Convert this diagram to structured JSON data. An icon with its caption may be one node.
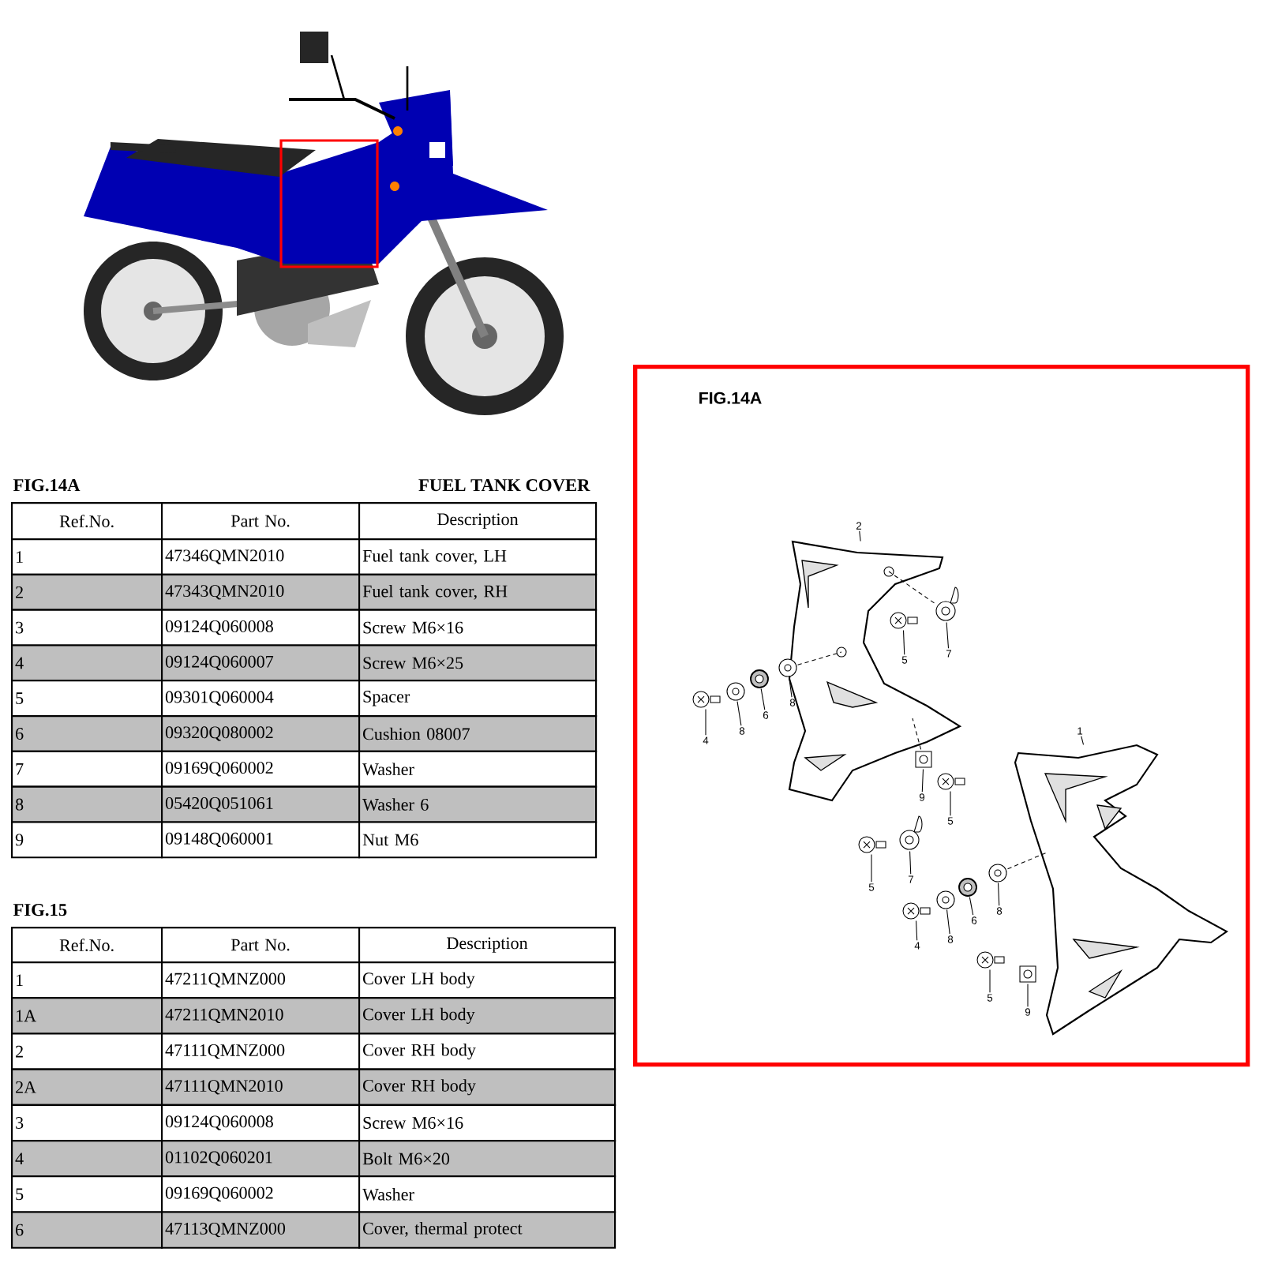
{
  "diagram": {
    "nodes": [
      {
        "text": [
          "FIG.14A"
        ]
      },
      {
        "text": [
          "2"
        ],
        "in": 0
      },
      {
        "text": [],
        "shape": "picture",
        "in": 0
      },
      {
        "text": [
          "5"
        ],
        "in": 0
      },
      {
        "text": [],
        "shape": "picture",
        "in": 0
      },
      {
        "text": [
          "7"
        ],
        "in": 0
      },
      {
        "text": [],
        "shape": "picture",
        "in": 0
      },
      {
        "text": [
          "4"
        ],
        "in": 0
      },
      {
        "text": [],
        "shape": "picture",
        "in": 0
      },
      {
        "text": [
          "8"
        ],
        "in": 0
      },
      {
        "text": [],
        "shape": "picture",
        "in": 0
      },
      {
        "text": [
          "6"
        ],
        "in": 0
      },
      {
        "text": [],
        "shape": "picture",
        "in": 0
      },
      {
        "text": [
          "8"
        ],
        "in": 0
      },
      {
        "text": [],
        "shape": "picture",
        "in": 0
      },
      {
        "text": [
          "9"
        ],
        "in": 0
      },
      {
        "text": [],
        "shape": "picture",
        "in": 0
      },
      {
        "text": [
          "5"
        ],
        "in": 0
      },
      {
        "text": [],
        "shape": "picture",
        "in": 0
      },
      {
        "text": [
          "1"
        ],
        "in": 0
      },
      {
        "text": [],
        "shape": "picture",
        "in": 0
      },
      {
        "text": [
          "5"
        ],
        "in": 0
      },
      {
        "text": [],
        "shape": "picture",
        "in": 0
      },
      {
        "text": [
          "7"
        ],
        "in": 0
      },
      {
        "text": [],
        "shape": "picture",
        "in": 0
      },
      {
        "text": [
          "4"
        ],
        "in": 0
      },
      {
        "text": [],
        "shape": "picture",
        "in": 0
      },
      {
        "text": [
          "8"
        ],
        "in": 0
      },
      {
        "text": [],
        "shape": "picture",
        "in": 0
      },
      {
        "text": [
          "6"
        ],
        "in": 0
      },
      {
        "text": [],
        "shape": "picture",
        "in": 0
      },
      {
        "text": [
          "8"
        ],
        "in": 0
      },
      {
        "text": [],
        "shape": "picture",
        "in": 0
      },
      {
        "text": [
          "5"
        ],
        "in": 0
      },
      {
        "text": [],
        "shape": "picture",
        "in": 0
      },
      {
        "text": [
          "9"
        ],
        "in": 0
      },
      {
        "text": [],
        "shape": "picture",
        "in": 0
      }
    ],
    "edges": [
      {
        "from": 1,
        "to": 2,
        "arrow": "none"
      },
      {
        "from": 3,
        "to": 4,
        "arrow": "none"
      },
      {
        "from": 5,
        "to": 6,
        "arrow": "none"
      },
      {
        "from": 7,
        "to": 8,
        "arrow": "none"
      },
      {
        "from": 9,
        "to": 10,
        "arrow": "none"
      },
      {
        "from": 11,
        "to": 12,
        "arrow": "none"
      },
      {
        "from": 13,
        "to": 14,
        "arrow": "none"
      },
      {
        "from": 15,
        "to": 16,
        "arrow": "none"
      },
      {
        "from": 17,
        "to": 18,
        "arrow": "none"
      },
      {
        "from": 19,
        "to": 20,
        "arrow": "none"
      },
      {
        "from": 21,
        "to": 22,
        "arrow": "none"
      },
      {
        "from": 23,
        "to": 24,
        "arrow": "none"
      },
      {
        "from": 25,
        "to": 26,
        "arrow": "none"
      },
      {
        "from": 27,
        "to": 28,
        "arrow": "none"
      },
      {
        "from": 29,
        "to": 30,
        "arrow": "none"
      },
      {
        "from": 31,
        "to": 32,
        "arrow": "none"
      },
      {
        "from": 33,
        "to": 34,
        "arrow": "none"
      },
      {
        "from": 35,
        "to": 36,
        "arrow": "none"
      },
      {
        "from": 14,
        "to": 2,
        "arrow": "none",
        "style": "dashed"
      },
      {
        "from": 6,
        "to": 2,
        "arrow": "none",
        "style": "dashed"
      },
      {
        "from": 16,
        "to": 2,
        "arrow": "none",
        "style": "dashed"
      },
      {
        "from": 32,
        "to": 20,
        "arrow": "none",
        "style": "dashed"
      }
    ],
    "labels": [
      "FIG.14A",
      "FUEL TANK COVER",
      "Ref.No.",
      "Part No.",
      "Description",
      "1",
      "47346QMN2010",
      "Fuel tank cover, LH",
      "2",
      "47343QMN2010",
      "Fuel tank cover, RH",
      "3",
      "09124Q060008",
      "Screw M6×16",
      "4",
      "09124Q060007",
      "Screw M6×25",
      "5",
      "09301Q060004",
      "Spacer",
      "6",
      "09320Q080002",
      "Cushion 08007",
      "7",
      "09169Q060002",
      "Washer",
      "8",
      "05420Q051061",
      "Washer 6",
      "9",
      "09148Q060001",
      "Nut M6",
      "FIG.15",
      "Ref.No.",
      "Part No.",
      "Description",
      "1",
      "47211QMNZ000",
      "Cover LH body",
      "1A",
      "47211QMN2010",
      "Cover LH body",
      "2",
      "47111QMNZ000",
      "Cover RH body",
      "2A",
      "47111QMN2010",
      "Cover RH body",
      "3",
      "09124Q060008",
      "Screw M6×16",
      "4",
      "01102Q060201",
      "Bolt M6×20",
      "5",
      "09169Q060002",
      "Washer",
      "6",
      "47113QMNZ000",
      "Cover, thermal protect"
    ]
  }
}
